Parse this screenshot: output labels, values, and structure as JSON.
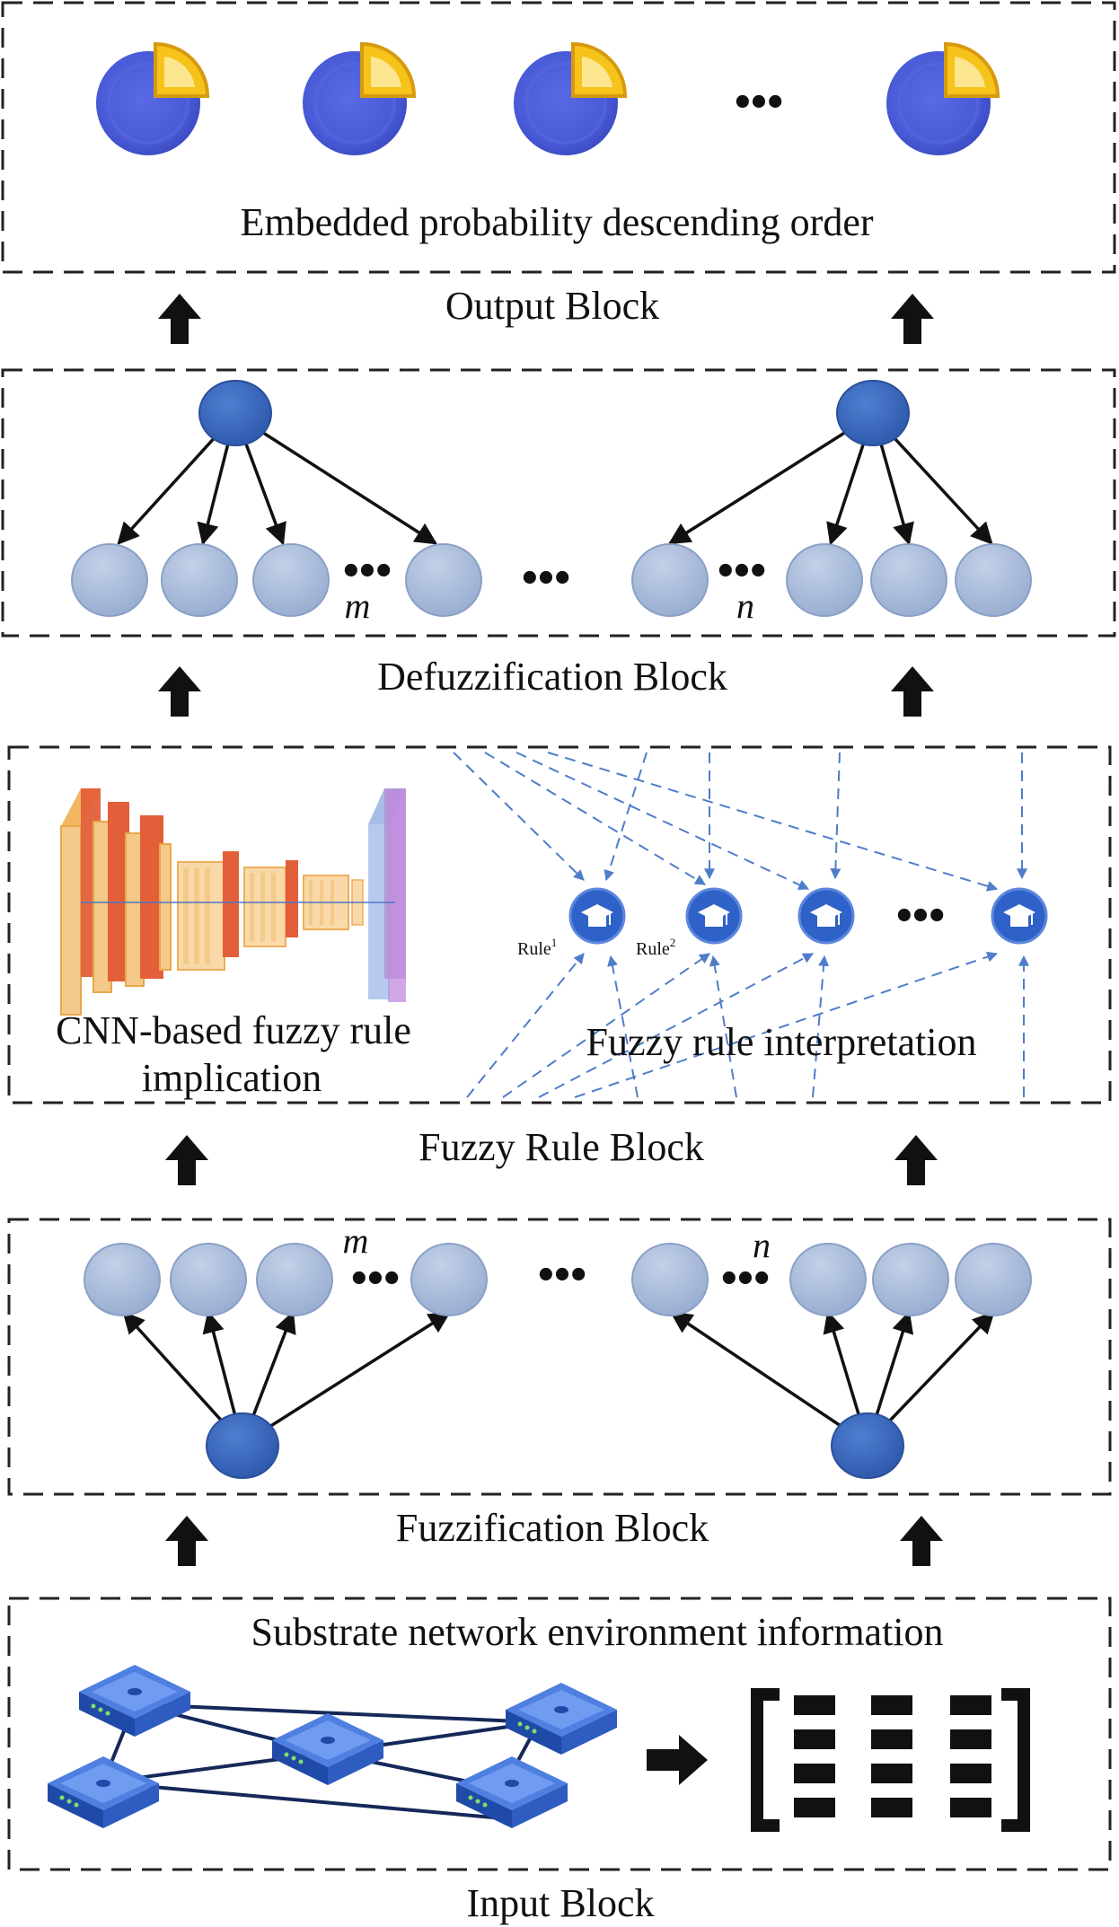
{
  "output_block": {
    "inner_caption": "Embedded probability descending order",
    "label": "Output Block",
    "ellipsis": "•••",
    "pie_colors": {
      "disk": "#4a5bd8",
      "slice": "#f5c518",
      "slice_fill": "#fde58a"
    }
  },
  "defuzzification_block": {
    "label": "Defuzzification Block",
    "m_label": "m",
    "n_label": "n",
    "ellipsis": "•••"
  },
  "fuzzy_rule_block": {
    "label": "Fuzzy Rule Block",
    "cnn_caption_line1": "CNN-based fuzzy rule",
    "cnn_caption_line2": "implication",
    "rule_caption": "Fuzzy rule interpretation",
    "rule1": "Rule",
    "rule1_sup": "1",
    "rule2": "Rule",
    "rule2_sup": "2",
    "ellipsis": "•••"
  },
  "fuzzification_block": {
    "label": "Fuzzification Block",
    "m_label": "m",
    "n_label": "n",
    "ellipsis": "•••"
  },
  "input_block": {
    "label": "Input Block",
    "caption": "Substrate network environment information"
  },
  "colors": {
    "node_dark": "#3563b8",
    "node_light": "#a9bcd9",
    "dashed_rule": "#3d6fc4",
    "device": "#2f62c9"
  },
  "icons": [
    "pie-chart-icon",
    "graduation-cap-icon",
    "network-switch-icon",
    "arrow-up-icon",
    "arrow-right-icon",
    "matrix-bracket-icon"
  ]
}
